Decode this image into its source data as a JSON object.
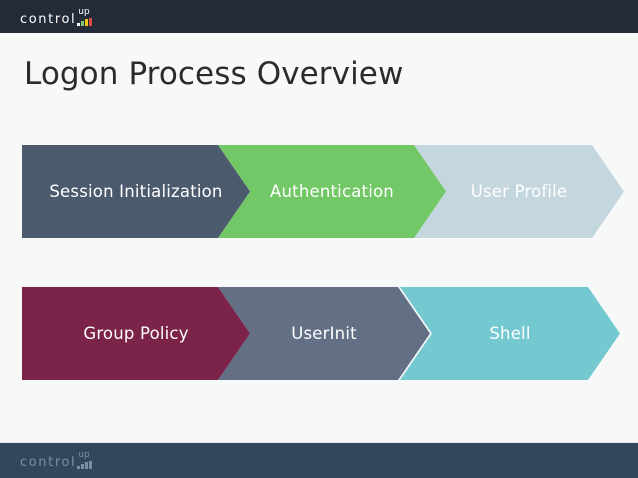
{
  "brand": {
    "name": "control",
    "superscript": "up",
    "logo_icon": "controlup-bars-logo",
    "bar_colors": [
      "#ffffff",
      "#7cc576",
      "#f0c419",
      "#d94b3f"
    ]
  },
  "header": {
    "bar_color": "#232a38"
  },
  "footer": {
    "bar_color": "#33475c"
  },
  "slide": {
    "title": "Logon Process Overview",
    "background": "#f7f9f9"
  },
  "diagram": {
    "rows": [
      {
        "name": "logon-phase-row-1",
        "steps": [
          {
            "label": "Session Initialization",
            "color": "#4c5a6e",
            "text_color": "#ffffff"
          },
          {
            "label": "Authentication",
            "color": "#72c766",
            "text_color": "#ffffff"
          },
          {
            "label": "User Profile",
            "color": "#c4d6de",
            "text_color": "#ffffff"
          }
        ]
      },
      {
        "name": "logon-phase-row-2",
        "steps": [
          {
            "label": "Group Policy",
            "color": "#7b2349",
            "text_color": "#ffffff"
          },
          {
            "label": "UserInit",
            "color": "#626f85",
            "text_color": "#ffffff"
          },
          {
            "label": "Shell",
            "color": "#74c9d1",
            "text_color": "#ffffff"
          }
        ]
      }
    ]
  }
}
